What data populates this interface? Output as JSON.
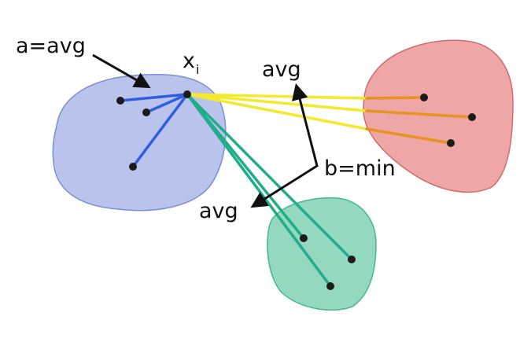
{
  "labels": {
    "a_avg": "a=avg",
    "x_main": "x",
    "x_sub": "i",
    "avg_top": "avg",
    "b_min": "b=min",
    "avg_bottom": "avg"
  },
  "colors": {
    "blue_cluster_fill": "#b9c3ec",
    "blue_cluster_edge": "#7b8fd3",
    "red_cluster_fill": "#eea6a6",
    "red_cluster_edge": "#d26b6b",
    "green_cluster_fill": "#93d8bf",
    "green_cluster_edge": "#45b893",
    "blue_lines": "#2f5fe0",
    "yellow_lines": "#f2ea2a",
    "orange_lines": "#e8931f",
    "green_lines": "#21ad8a",
    "points": "#1b1b1b",
    "arrows": "#111111"
  }
}
